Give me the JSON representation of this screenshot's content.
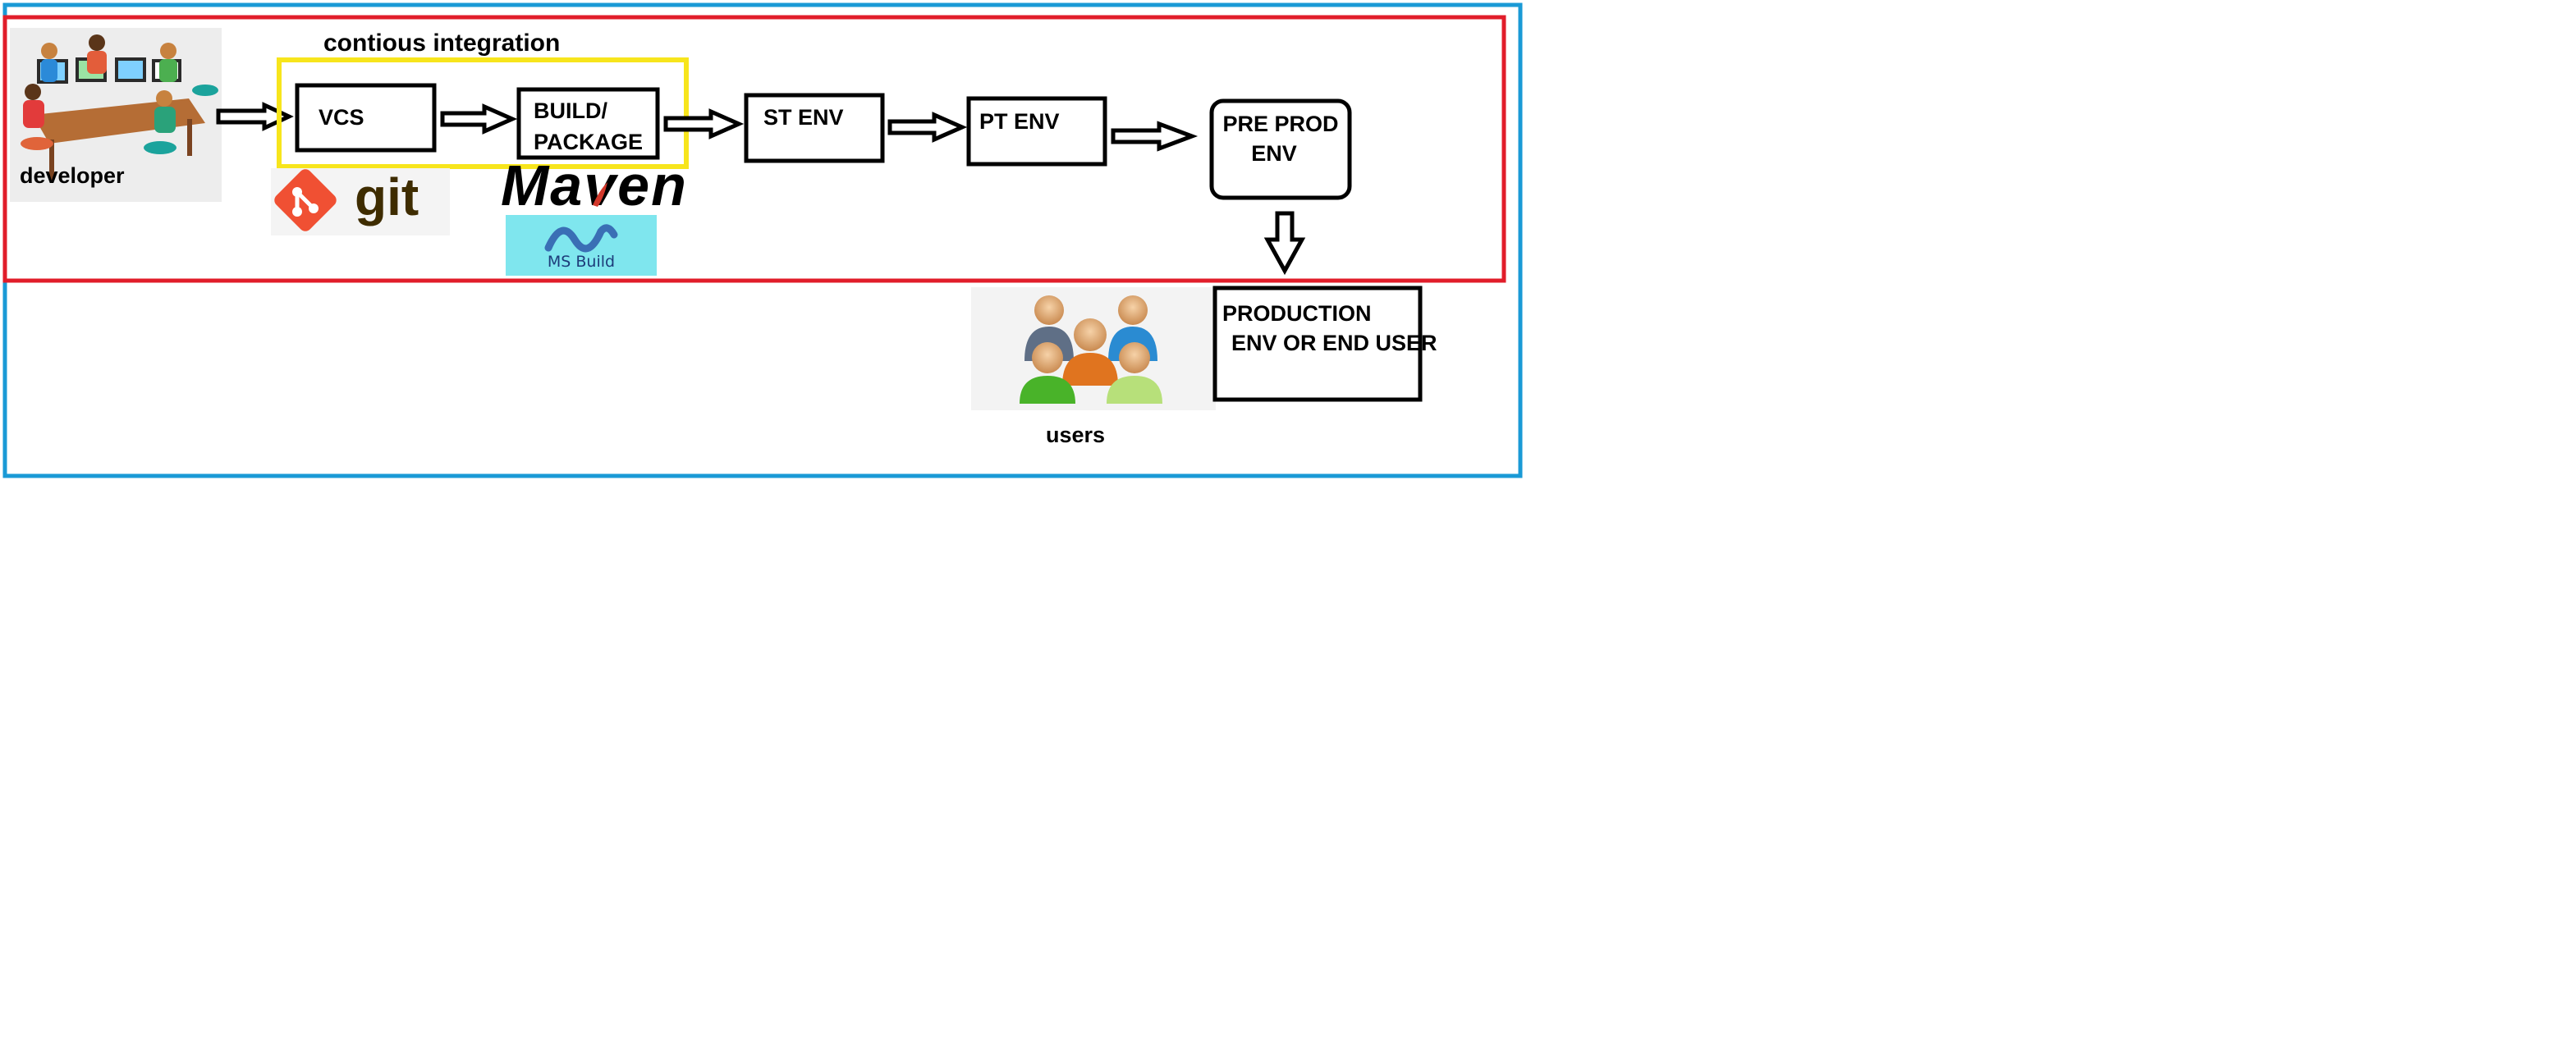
{
  "title": "contious integration",
  "developer_label": "developer",
  "users_label": "users",
  "boxes": {
    "vcs": "VCS",
    "build_line1": "BUILD/",
    "build_line2": "PACKAGE",
    "st": "ST ENV",
    "pt": "PT ENV",
    "preprod_line1": "PRE PROD",
    "preprod_line2": "ENV",
    "prod_line1": "PRODUCTION",
    "prod_line2": "ENV OR END USER"
  },
  "logos": {
    "git": "git",
    "maven": "Maven",
    "msbuild": "MS Build"
  },
  "colors": {
    "outer_border": "#1a9ad6",
    "cd_border": "#e11d2a",
    "ci_border": "#f7e51c",
    "git_brand": "#f05033",
    "git_text": "#3e2c00",
    "msbuild_bg": "#7fe6ee",
    "msbuild_logo": "#3a6fb5"
  }
}
